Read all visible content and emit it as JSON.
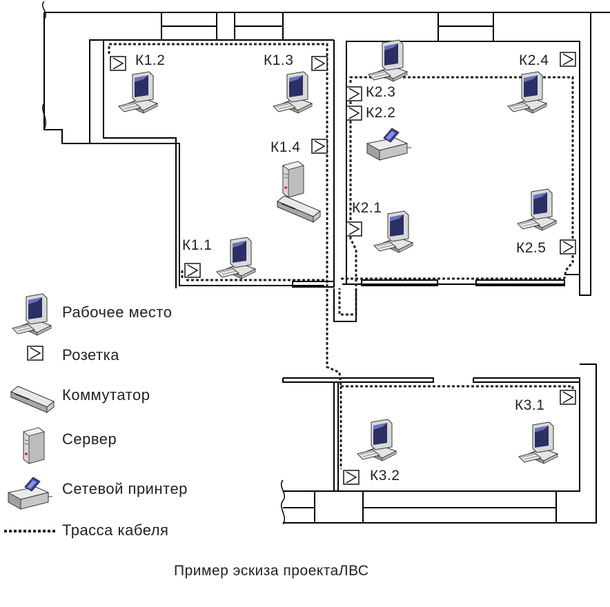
{
  "sockets": {
    "k1_1": "К1.1",
    "k1_2": "К1.2",
    "k1_3": "К1.3",
    "k1_4": "К1.4",
    "k2_1": "К2.1",
    "k2_2": "К2.2",
    "k2_3": "К2.3",
    "k2_4": "К2.4",
    "k2_5": "К2.5",
    "k3_1": "К3.1",
    "k3_2": "К3.2"
  },
  "legend": {
    "workstation": "Рабочее место",
    "socket": "Розетка",
    "switch": "Коммутатор",
    "server": "Сервер",
    "printer": "Сетевой принтер",
    "cable": "Трасса кабеля"
  },
  "caption": "Пример эскиза проектаЛВС",
  "colors": {
    "wall": "#000000",
    "cable": "#222222",
    "screen": "#2a2f66",
    "body": "#cfcfcf",
    "led": "#e00000"
  }
}
